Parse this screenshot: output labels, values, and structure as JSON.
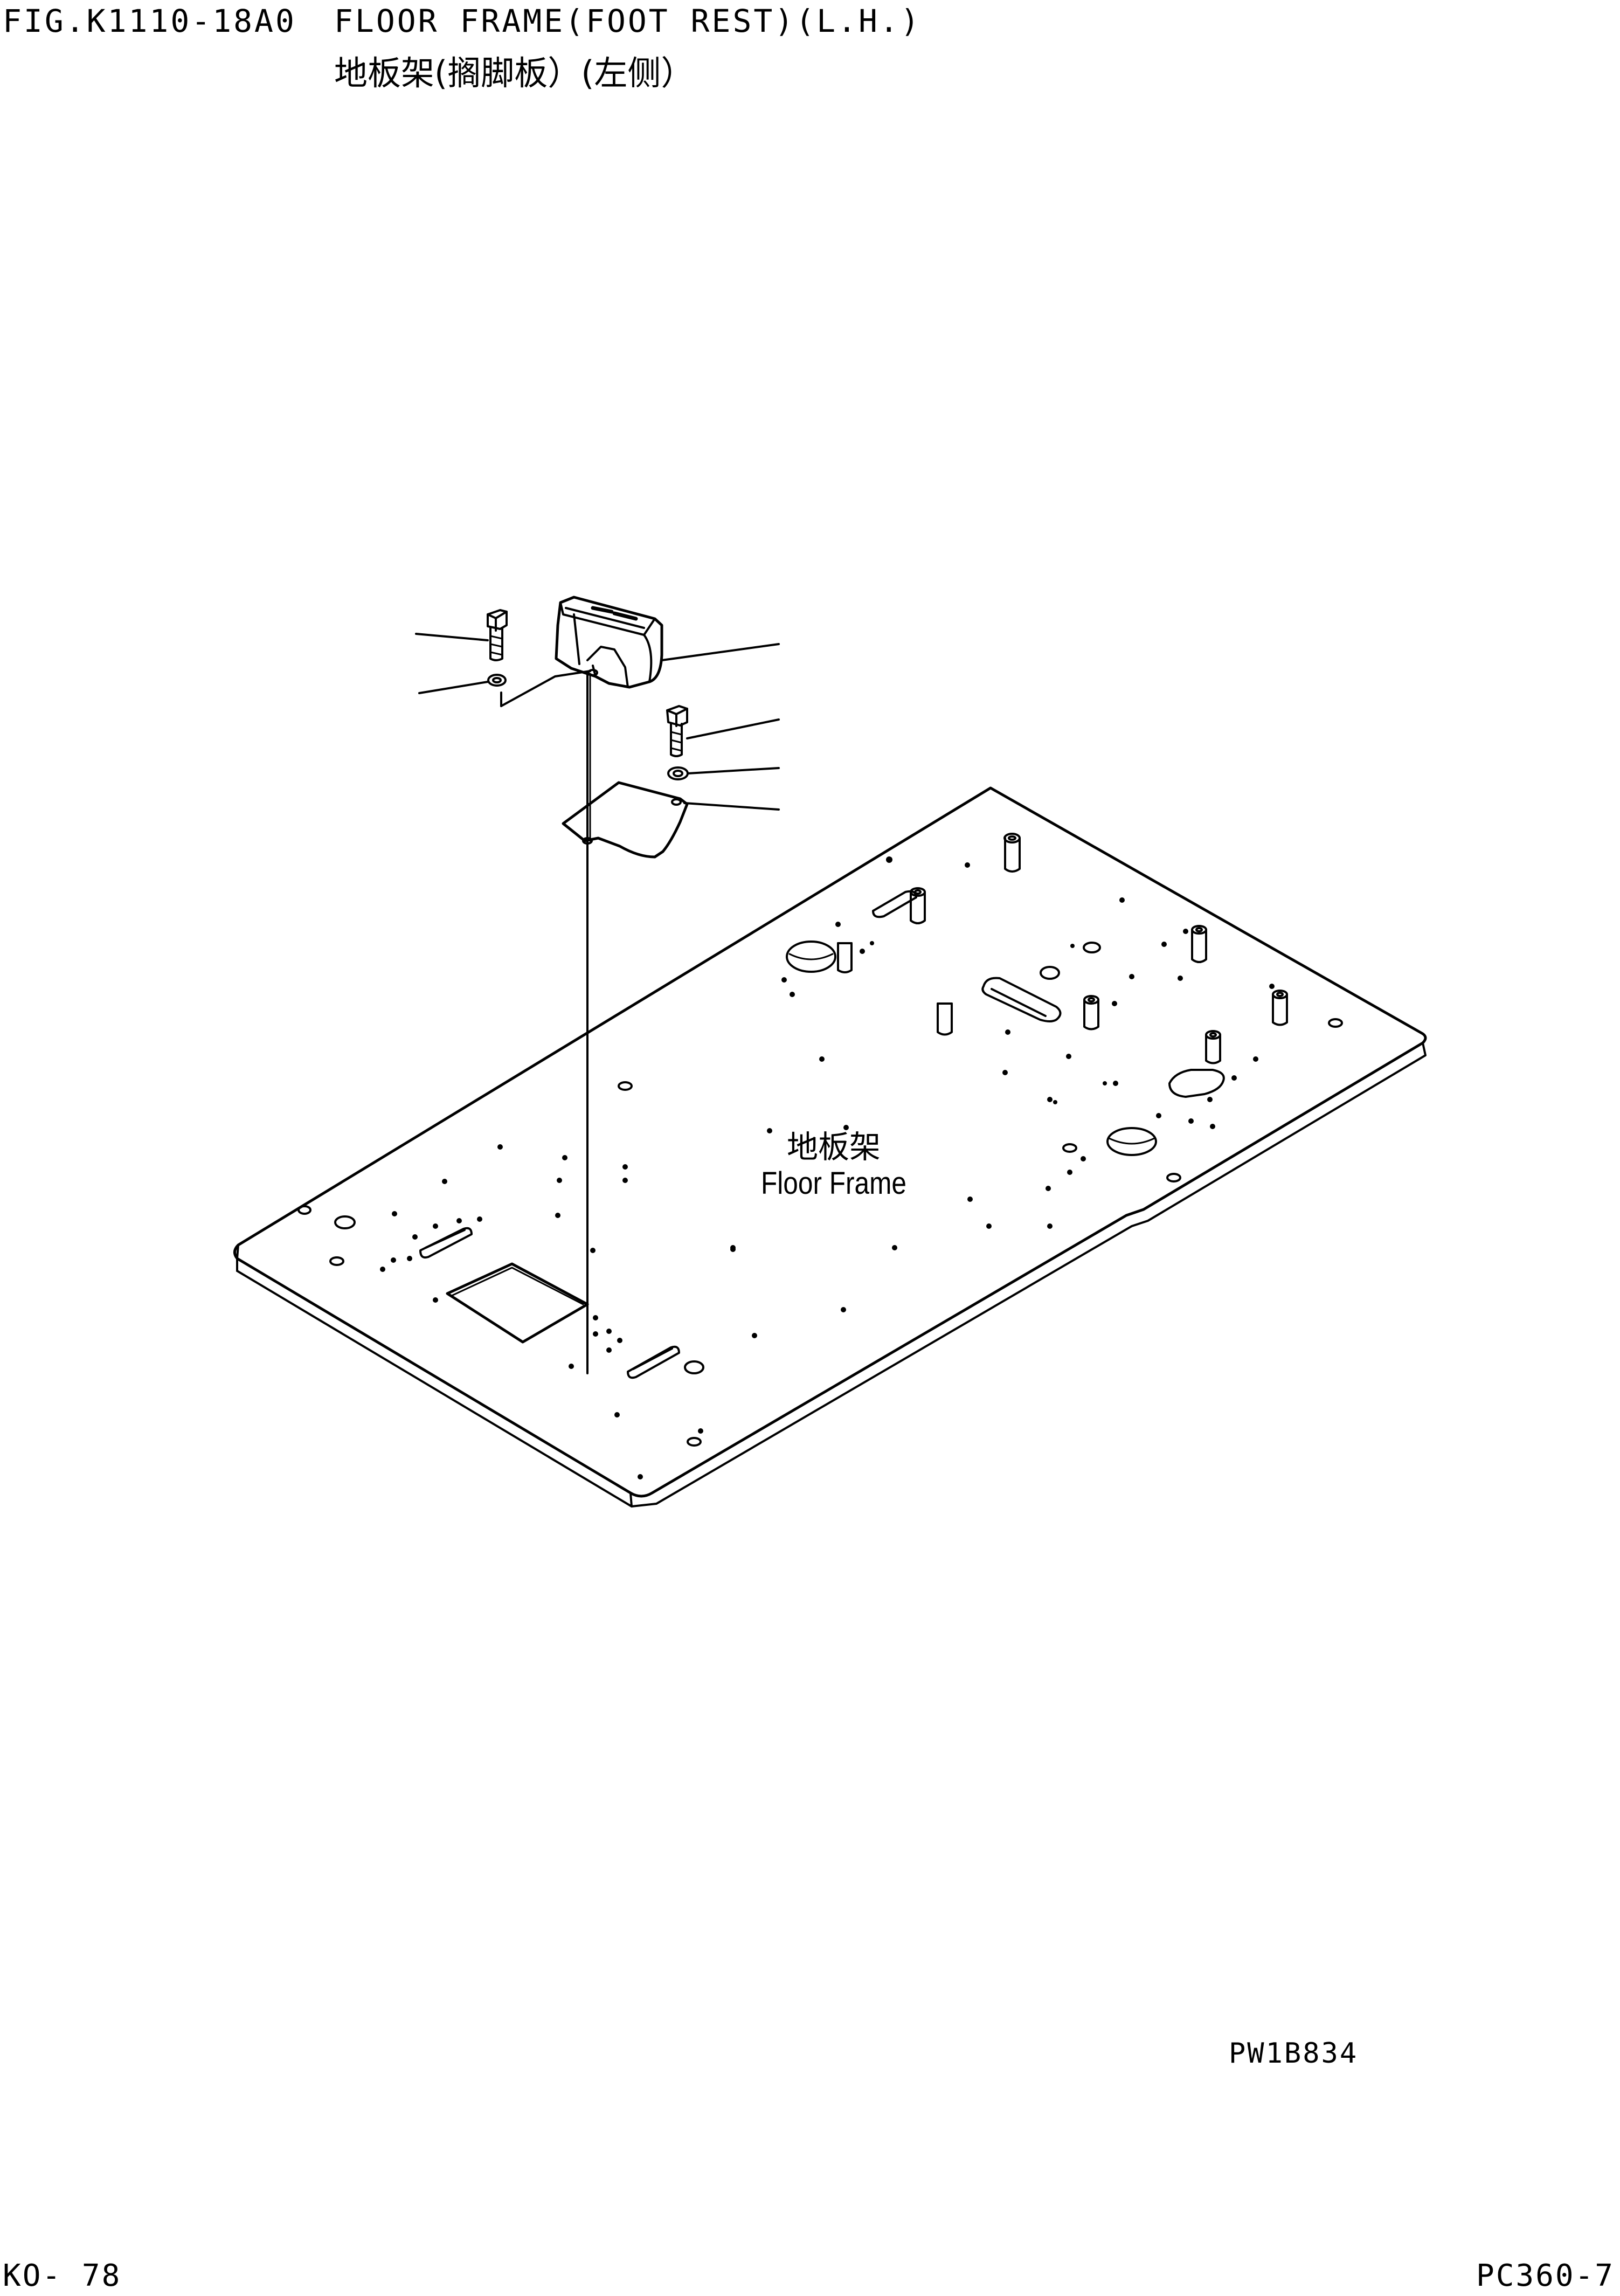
{
  "header": {
    "fig_code": "FIG.K1110-18A0",
    "title_en": "FLOOR FRAME(FOOT REST)(L.H.)",
    "title_cn": "地板架(搁脚板）(左侧）"
  },
  "drawing": {
    "part_label_cn": "地板架",
    "part_label_en": "Floor Frame",
    "reference_code": "PW1B834"
  },
  "footer": {
    "page_number": "KO- 78",
    "model": "PC360-7"
  }
}
